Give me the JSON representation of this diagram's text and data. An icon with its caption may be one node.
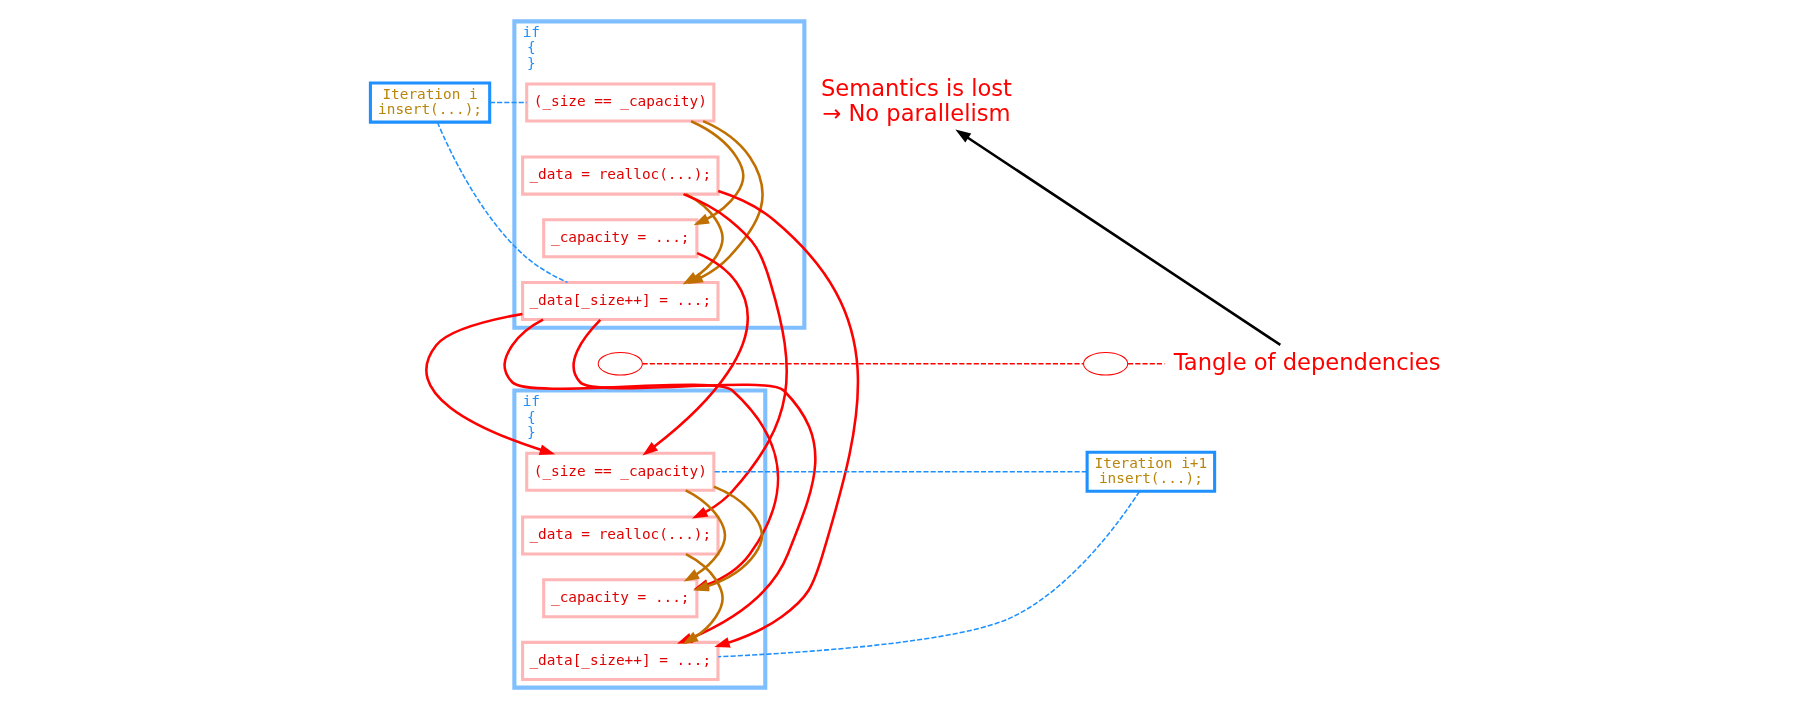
{
  "diagram": {
    "nodes": [
      {
        "text": [
          "Iteration i",
          "insert(...);"
        ]
      },
      {
        "text": [
          "if",
          "{",
          "}"
        ]
      },
      {
        "text": [
          "(_size == _capacity)"
        ],
        "in": 1
      },
      {
        "text": [
          "_data = realloc(...);"
        ],
        "in": 1
      },
      {
        "text": [
          "_capacity = ...;"
        ],
        "in": 1
      },
      {
        "text": [
          "_data[_size++] = ...;"
        ],
        "in": 1
      },
      {
        "text": [
          "Iteration i+1",
          "insert(...);"
        ]
      },
      {
        "text": [
          "if",
          "{",
          "}"
        ]
      },
      {
        "text": [
          "(_size == _capacity)"
        ],
        "in": 7
      },
      {
        "text": [
          "_data = realloc(...);"
        ],
        "in": 7
      },
      {
        "text": [
          "_capacity = ...;"
        ],
        "in": 7
      },
      {
        "text": [
          "_data[_size++] = ...;"
        ],
        "in": 7
      },
      {
        "text": [],
        "shape": "ellipse"
      },
      {
        "text": [],
        "shape": "ellipse"
      },
      {
        "text": [
          "Tangle of dependencies"
        ]
      },
      {
        "text": [
          "Semantics is lost",
          "→ No parallelism"
        ]
      }
    ],
    "edges": [
      {
        "from": 0,
        "to": 2,
        "arrow": "none",
        "style": "dashed",
        "color": "#1e90ff"
      },
      {
        "from": 0,
        "to": 5,
        "arrow": "none",
        "style": "dashed",
        "color": "#1e90ff"
      },
      {
        "from": 6,
        "to": 8,
        "arrow": "none",
        "style": "dashed",
        "color": "#1e90ff"
      },
      {
        "from": 6,
        "to": 11,
        "arrow": "none",
        "style": "dashed",
        "color": "#1e90ff"
      },
      {
        "from": 2,
        "to": 5,
        "arrow": "to",
        "color": "#c07000"
      },
      {
        "from": 2,
        "to": 4,
        "arrow": "to",
        "color": "#c07000"
      },
      {
        "from": 3,
        "to": 5,
        "arrow": "to",
        "color": "#c07000"
      },
      {
        "from": 3,
        "to": 9,
        "arrow": "to",
        "color": "#ff0000"
      },
      {
        "from": 5,
        "to": 8,
        "arrow": "to",
        "color": "#ff0000"
      },
      {
        "from": 5,
        "to": 10,
        "arrow": "to",
        "color": "#ff0000"
      },
      {
        "from": 5,
        "to": 11,
        "arrow": "to",
        "color": "#ff0000"
      },
      {
        "from": 4,
        "to": 8,
        "arrow": "to",
        "color": "#ff0000"
      },
      {
        "from": 3,
        "to": 11,
        "arrow": "to",
        "color": "#ff0000"
      },
      {
        "from": 8,
        "to": 10,
        "arrow": "to",
        "color": "#c07000"
      },
      {
        "from": 8,
        "to": 10,
        "arrow": "to",
        "color": "#c07000"
      },
      {
        "from": 9,
        "to": 11,
        "arrow": "to",
        "color": "#c07000"
      },
      {
        "from": 12,
        "to": 13,
        "arrow": "none",
        "style": "dashed",
        "color": "#ff0000"
      },
      {
        "from": 13,
        "to": 14,
        "arrow": "none",
        "style": "dashed",
        "color": "#ff0000"
      },
      {
        "from": 14,
        "to": 15,
        "arrow": "to",
        "color": "#000000"
      }
    ]
  }
}
